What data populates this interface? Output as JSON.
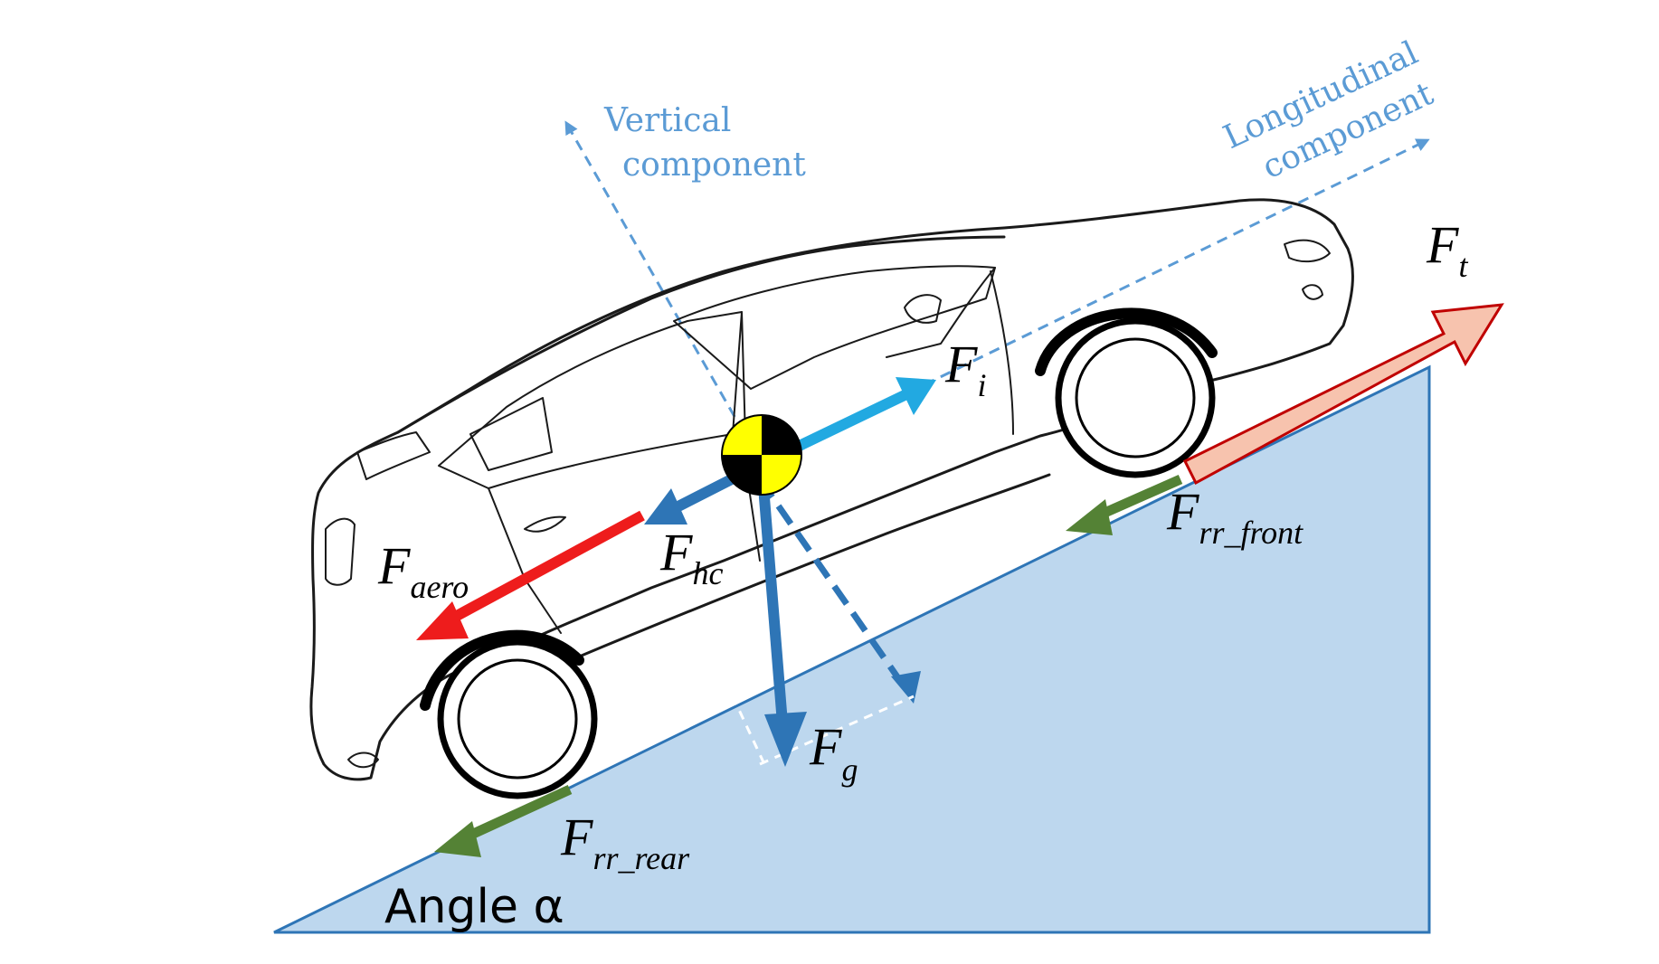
{
  "components": {
    "vertical_line1": "Vertical",
    "vertical_line2": "component",
    "longitudinal_line1": "Longitudinal",
    "longitudinal_line2": "component"
  },
  "forces": {
    "traction": {
      "main": "F",
      "sub": "t",
      "color": "#f7c3ae"
    },
    "inertia": {
      "main": "F",
      "sub": "i",
      "color": "#22a9e1"
    },
    "hill_climbing": {
      "main": "F",
      "sub": "hc",
      "color": "#2e75b6"
    },
    "aerodynamic": {
      "main": "F",
      "sub": "aero",
      "color": "#ee1c1c"
    },
    "gravity": {
      "main": "F",
      "sub": "g",
      "color": "#2e75b6"
    },
    "rolling_front": {
      "main": "F",
      "sub": "rr_front",
      "color": "#548235"
    },
    "rolling_rear": {
      "main": "F",
      "sub": "rr_rear",
      "color": "#548235"
    }
  },
  "angle_label": "Angle α",
  "colors": {
    "slope_fill": "#bdd7ee",
    "slope_stroke": "#2e75b6",
    "component_dashes": "#5b9bd5",
    "cg_yellow": "#ffff00",
    "cg_black": "#000000"
  }
}
